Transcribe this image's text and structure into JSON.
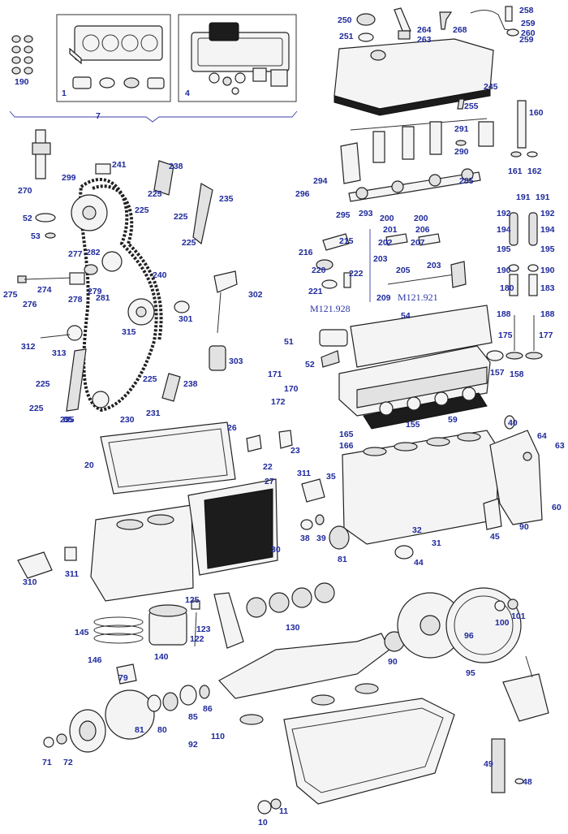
{
  "diagram": {
    "models": [
      "M121.928",
      "M121.921"
    ],
    "part_numbers": [
      "250",
      "251",
      "264",
      "263",
      "268",
      "258",
      "259",
      "260",
      "259b",
      "190",
      "1",
      "4",
      "7",
      "245",
      "255",
      "160",
      "291",
      "290",
      "161",
      "162",
      "241",
      "238",
      "299",
      "225a",
      "225b",
      "225c",
      "225d",
      "235",
      "270",
      "52",
      "53",
      "294",
      "296",
      "295",
      "293",
      "285",
      "191a",
      "191b",
      "192a",
      "192b",
      "194a",
      "194b",
      "195a",
      "195b",
      "190a",
      "190b",
      "180",
      "183",
      "188a",
      "188b",
      "175",
      "177",
      "157",
      "158",
      "275",
      "276",
      "274",
      "277",
      "282",
      "278",
      "279",
      "281",
      "240",
      "302",
      "301",
      "315",
      "216",
      "215",
      "200a",
      "200b",
      "201",
      "206",
      "202",
      "207",
      "203a",
      "203b",
      "205",
      "209",
      "220",
      "222",
      "221",
      "312",
      "313",
      "303",
      "54",
      "51",
      "52b",
      "171",
      "170",
      "172",
      "225e",
      "225f",
      "225g",
      "238b",
      "230",
      "231",
      "235b",
      "85",
      "155",
      "165",
      "166",
      "59",
      "40",
      "64",
      "63",
      "26",
      "20",
      "22",
      "23",
      "27",
      "311",
      "35",
      "38",
      "39",
      "81",
      "32",
      "31",
      "44",
      "45",
      "90",
      "60",
      "310",
      "311b",
      "30",
      "125",
      "123",
      "122",
      "130",
      "145",
      "146",
      "140",
      "100",
      "101",
      "96",
      "95",
      "90b",
      "79",
      "86",
      "85b",
      "80",
      "81b",
      "92",
      "71",
      "72",
      "110",
      "49",
      "48",
      "10",
      "11"
    ]
  }
}
